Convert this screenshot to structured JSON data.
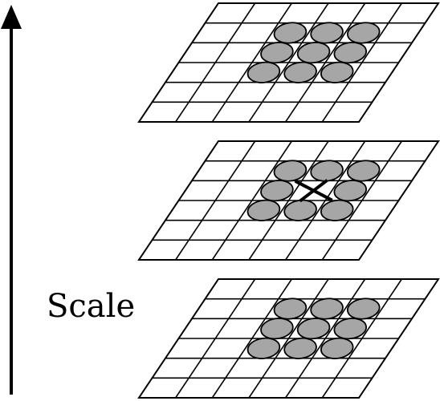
{
  "axis": {
    "label": "Scale",
    "direction": "up"
  },
  "grid": {
    "columns": 6,
    "rows": 6
  },
  "layers": [
    {
      "position": "top",
      "highlighted_cells": 9,
      "center_mark": "none"
    },
    {
      "position": "middle",
      "highlighted_cells": 8,
      "center_mark": "x"
    },
    {
      "position": "bottom",
      "highlighted_cells": 9,
      "center_mark": "none"
    }
  ],
  "colors": {
    "line": "#000000",
    "ellipse_fill": "#a6a6a6",
    "background": "#ffffff"
  }
}
